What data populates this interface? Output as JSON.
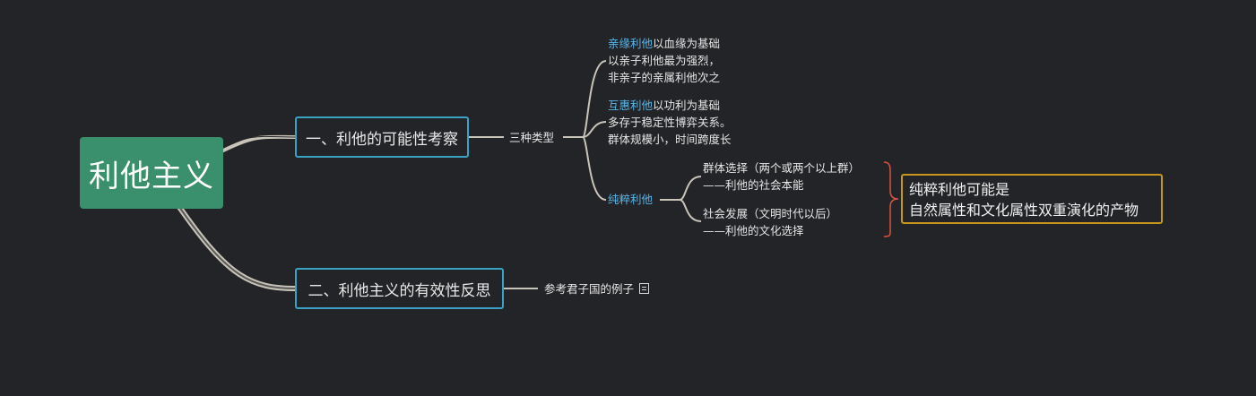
{
  "root": {
    "label": "利他主义"
  },
  "branch1": {
    "label": "一、利他的可能性考察",
    "sub": "三种类型",
    "types": [
      {
        "highlight": "亲缘利他",
        "line1_rest": "以血缘为基础",
        "line2": "以亲子利他最为强烈，",
        "line3": "非亲子的亲属利他次之"
      },
      {
        "highlight": "互惠利他",
        "line1_rest": "以功利为基础",
        "line2": "多存于稳定性博弈关系。",
        "line3": "群体规模小，时间跨度长"
      }
    ],
    "pure": {
      "label": "纯粹利他",
      "children": [
        {
          "line1": "群体选择（两个或两个以上群）",
          "line2": "——利他的社会本能"
        },
        {
          "line1": "社会发展（文明时代以后）",
          "line2": "——利他的文化选择"
        }
      ],
      "summary": {
        "line1": "纯粹利他可能是",
        "line2": "自然属性和文化属性双重演化的产物"
      }
    }
  },
  "branch2": {
    "label": "二、利他主义的有效性反思",
    "note": "参考君子国的例子",
    "note_icon": "document-icon"
  },
  "colors": {
    "background": "#232427",
    "root_fill": "#3a8f6c",
    "branch_border": "#3aa3c4",
    "highlight_text": "#5ab7ea",
    "summary_border": "#c7961b",
    "summary_brace": "#d9533f",
    "connector": "#c9c4b8"
  }
}
